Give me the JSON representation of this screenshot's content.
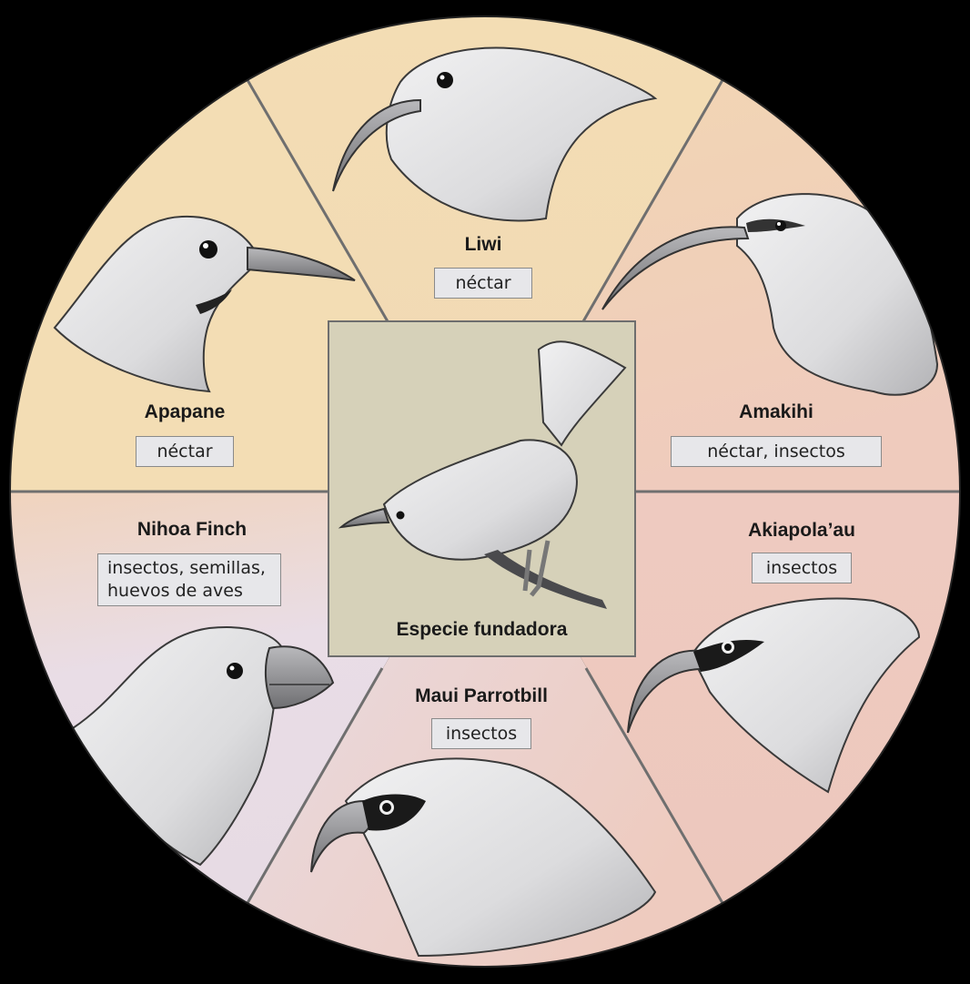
{
  "center": {
    "label": "Especie fundadora"
  },
  "species": [
    {
      "name": "Liwi",
      "diet": [
        "néctar"
      ]
    },
    {
      "name": "Amakihi",
      "diet": [
        "néctar, insectos"
      ]
    },
    {
      "name": "Apapane",
      "diet": [
        "néctar"
      ]
    },
    {
      "name": "Nihoa Finch",
      "diet": [
        "insectos, semillas,",
        "huevos de aves"
      ]
    },
    {
      "name": "Akiapola’au",
      "diet": [
        "insectos"
      ]
    },
    {
      "name": "Maui Parrotbill",
      "diet": [
        "insectos"
      ]
    }
  ],
  "colors": {
    "background": "#000000",
    "nectar_sector": "#f3ddb4",
    "insect_sector": "#eecbbf",
    "finch_sector": "#e9dde6",
    "divider": "#6f6f6f",
    "center_box": "#d6d1b9",
    "bird_body": "#e6e6e8",
    "bird_shade": "#9c9c9e",
    "bird_outline": "#3a3a3a"
  },
  "icons": [
    "liwi-bird-head-icon",
    "amakihi-bird-head-icon",
    "apapane-bird-head-icon",
    "nihoa-finch-bird-head-icon",
    "akiapolaau-bird-head-icon",
    "maui-parrotbill-bird-head-icon",
    "founder-bird-icon"
  ]
}
